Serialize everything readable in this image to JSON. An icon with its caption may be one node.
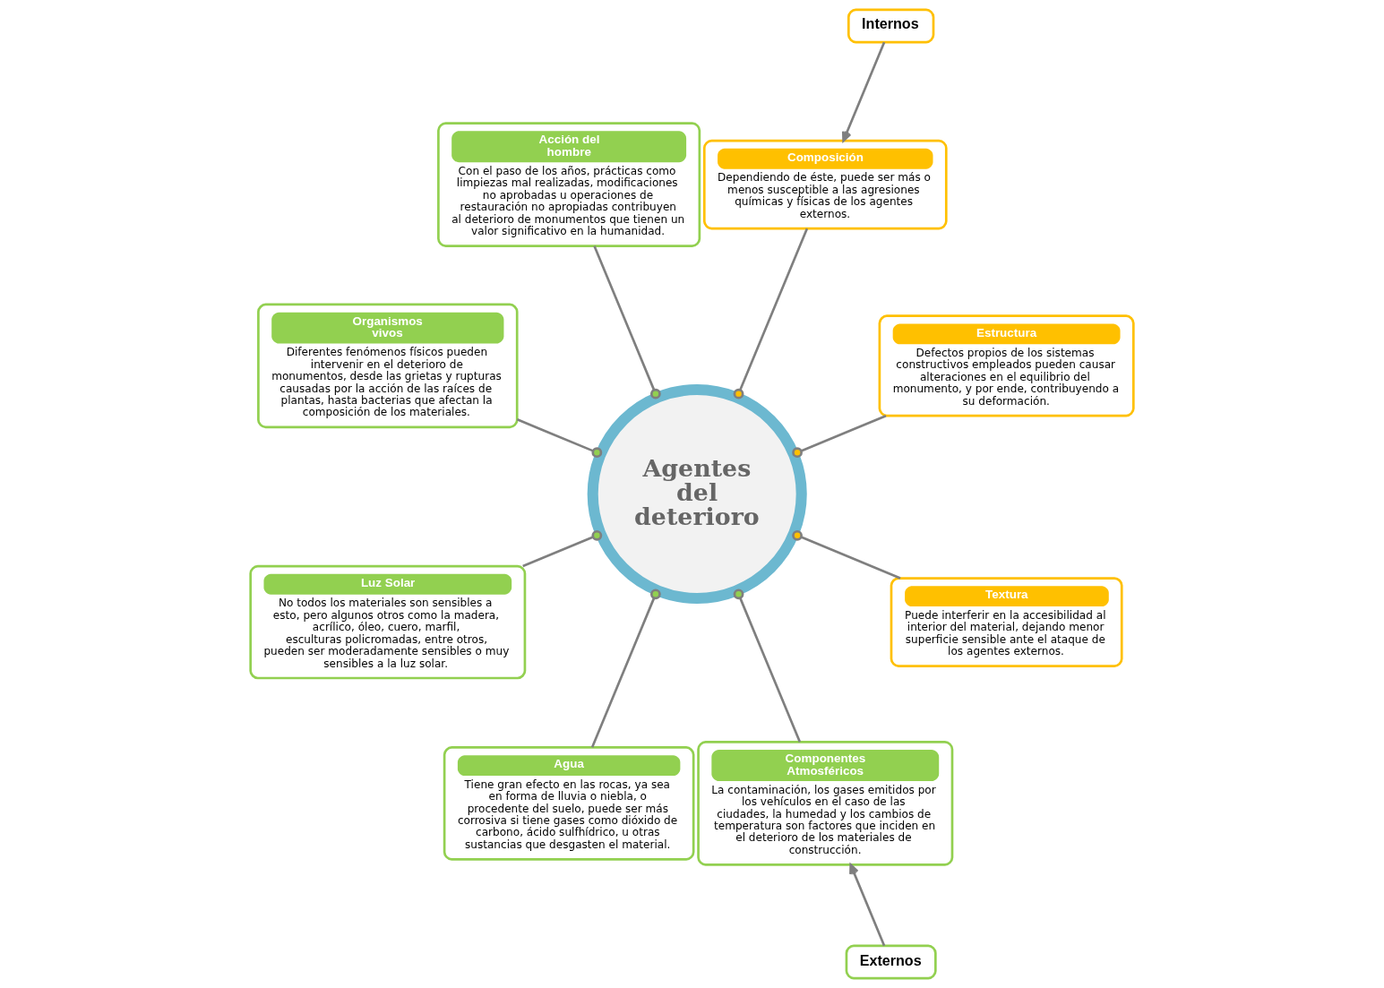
{
  "diagram": {
    "nodes": [
      {
        "text": [
          "Agentes del deterioro"
        ]
      },
      {
        "text": [
          "Composición",
          "Dependiendo de éste, puede ser más o menos susceptible a las agresiones químicas y físicas de los agentes externos."
        ]
      },
      {
        "text": [
          "Estructura",
          "Defectos propios de los sistemas constructivos empleados pueden causar alteraciones en el equilibrio del monumento, y por ende, contribuyendo a su deformación."
        ]
      },
      {
        "text": [
          "Textura",
          "Puede interferir en la accesibilidad al interior del material, dejando menor superficie sensible ante el ataque de los agentes externos."
        ]
      },
      {
        "text": [
          "Componentes Atmosféricos",
          "La contaminación, los gases emitidos por los vehículos en el caso de las ciudades, la humedad y los cambios de temperatura son factores que inciden en el deterioro de los materiales de construcción."
        ]
      },
      {
        "text": [
          "Agua",
          "Tiene gran efecto en las rocas, ya sea en forma de lluvia o niebla, o procedente del suelo, puede ser más corrosiva si tiene gases como dióxido de carbono, ácido sulfhídrico, u otras sustancias que desgasten el material."
        ]
      },
      {
        "text": [
          "Luz Solar",
          "No todos los materiales son sensibles a esto, pero algunos otros como la madera, acrílico, óleo, cuero, marfil, esculturas policromadas, entre otros, pueden ser moderadamente sensibles o muy sensibles a la luz solar."
        ]
      },
      {
        "text": [
          "Organismos vivos",
          "Diferentes fenómenos físicos pueden intervenir en el deterioro de monumentos, desde las grietas y rupturas causadas por la acción de las raíces de plantas, hasta bacterias que afectan la composición de los materiales."
        ]
      },
      {
        "text": [
          "Acción del hombre",
          "Con el paso de los años, prácticas como limpiezas mal realizadas, modificaciones no aprobadas u operaciones de restauración no apropiadas contribuyen al deterioro de monumentos que tienen un valor significativo en la humanidad."
        ]
      },
      {
        "text": [
          "Internos"
        ]
      },
      {
        "text": [
          "Externos"
        ]
      }
    ],
    "edges": [
      {
        "from": 0,
        "to": 1,
        "arrow": "other"
      },
      {
        "from": 0,
        "to": 2,
        "arrow": "other"
      },
      {
        "from": 0,
        "to": 3,
        "arrow": "other"
      },
      {
        "from": 0,
        "to": 4,
        "arrow": "other"
      },
      {
        "from": 0,
        "to": 5,
        "arrow": "other"
      },
      {
        "from": 0,
        "to": 6,
        "arrow": "other"
      },
      {
        "from": 0,
        "to": 7,
        "arrow": "other"
      },
      {
        "from": 0,
        "to": 8,
        "arrow": "other"
      },
      {
        "from": 9,
        "to": 1,
        "arrow": "to"
      },
      {
        "from": 10,
        "to": 4,
        "arrow": "to"
      }
    ]
  }
}
